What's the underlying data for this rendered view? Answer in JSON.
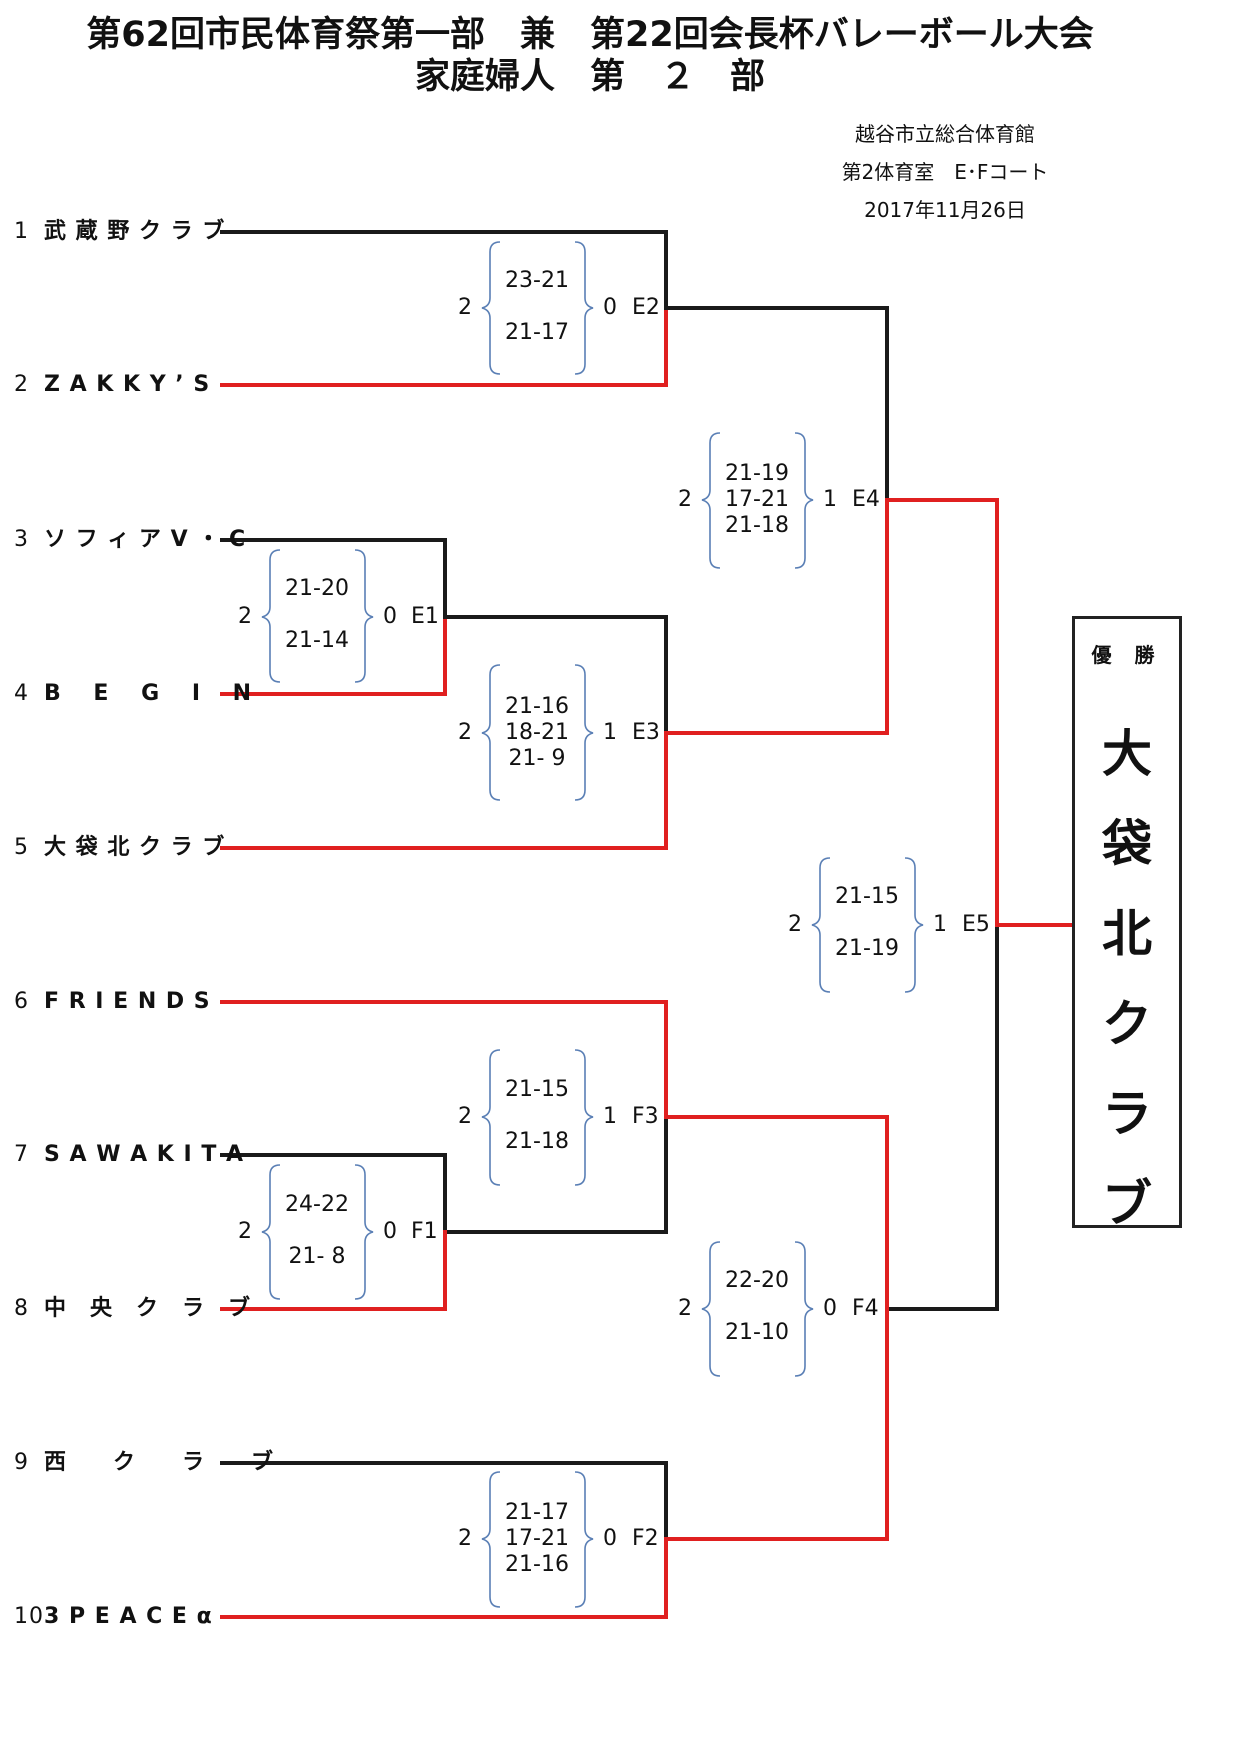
{
  "title_line1": "第62回市民体育祭第一部　兼　第22回会長杯バレーボール大会",
  "title_line2": "家庭婦人　第　２　部",
  "venue": "越谷市立総合体育館",
  "court": "第2体育室　E･Fコート",
  "date": "2017年11月26日",
  "teams": [
    {
      "num": "1",
      "name": "武 蔵 野 ク ラ ブ"
    },
    {
      "num": "2",
      "name": "Z A K K Y ’ S"
    },
    {
      "num": "3",
      "name": "ソ フ ィ ア V ・ C"
    },
    {
      "num": "4",
      "name": "B　 E　 G　 I　 N"
    },
    {
      "num": "5",
      "name": "大 袋 北 ク ラ ブ"
    },
    {
      "num": "6",
      "name": "F R I E N D S"
    },
    {
      "num": "7",
      "name": "S A W A K I T A"
    },
    {
      "num": "8",
      "name": "中　央　ク　ラ　ブ"
    },
    {
      "num": "9",
      "name": "西　　ク　　ラ　　ブ"
    },
    {
      "num": "10",
      "name": "3 P E A C E α"
    }
  ],
  "matches": {
    "E1": {
      "id": "E1",
      "left": "2",
      "right": "0",
      "score1": "21-20",
      "score2": "",
      "score3": "21-14"
    },
    "E2": {
      "id": "E2",
      "left": "2",
      "right": "0",
      "score1": "23-21",
      "score2": "",
      "score3": "21-17"
    },
    "E3": {
      "id": "E3",
      "left": "2",
      "right": "1",
      "score1": "21-16",
      "score2": "18-21",
      "score3": "21- 9"
    },
    "E4": {
      "id": "E4",
      "left": "2",
      "right": "1",
      "score1": "21-19",
      "score2": "17-21",
      "score3": "21-18"
    },
    "E5": {
      "id": "E5",
      "left": "2",
      "right": "1",
      "score1": "21-15",
      "score2": "",
      "score3": "21-19"
    },
    "F1": {
      "id": "F1",
      "left": "2",
      "right": "0",
      "score1": "24-22",
      "score2": "",
      "score3": "21- 8"
    },
    "F2": {
      "id": "F2",
      "left": "2",
      "right": "0",
      "score1": "21-17",
      "score2": "17-21",
      "score3": "21-16"
    },
    "F3": {
      "id": "F3",
      "left": "2",
      "right": "1",
      "score1": "21-15",
      "score2": "",
      "score3": "21-18"
    },
    "F4": {
      "id": "F4",
      "left": "2",
      "right": "0",
      "score1": "22-20",
      "score2": "",
      "score3": "21-10"
    }
  },
  "champion": {
    "label": "優 勝",
    "name_chars": [
      "大",
      "袋",
      "北",
      "ク",
      "ラ",
      "ブ"
    ]
  },
  "colors": {
    "winner_line": "#e02020",
    "loser_line": "#1a1a1a",
    "brace": "#5a7fb5"
  }
}
